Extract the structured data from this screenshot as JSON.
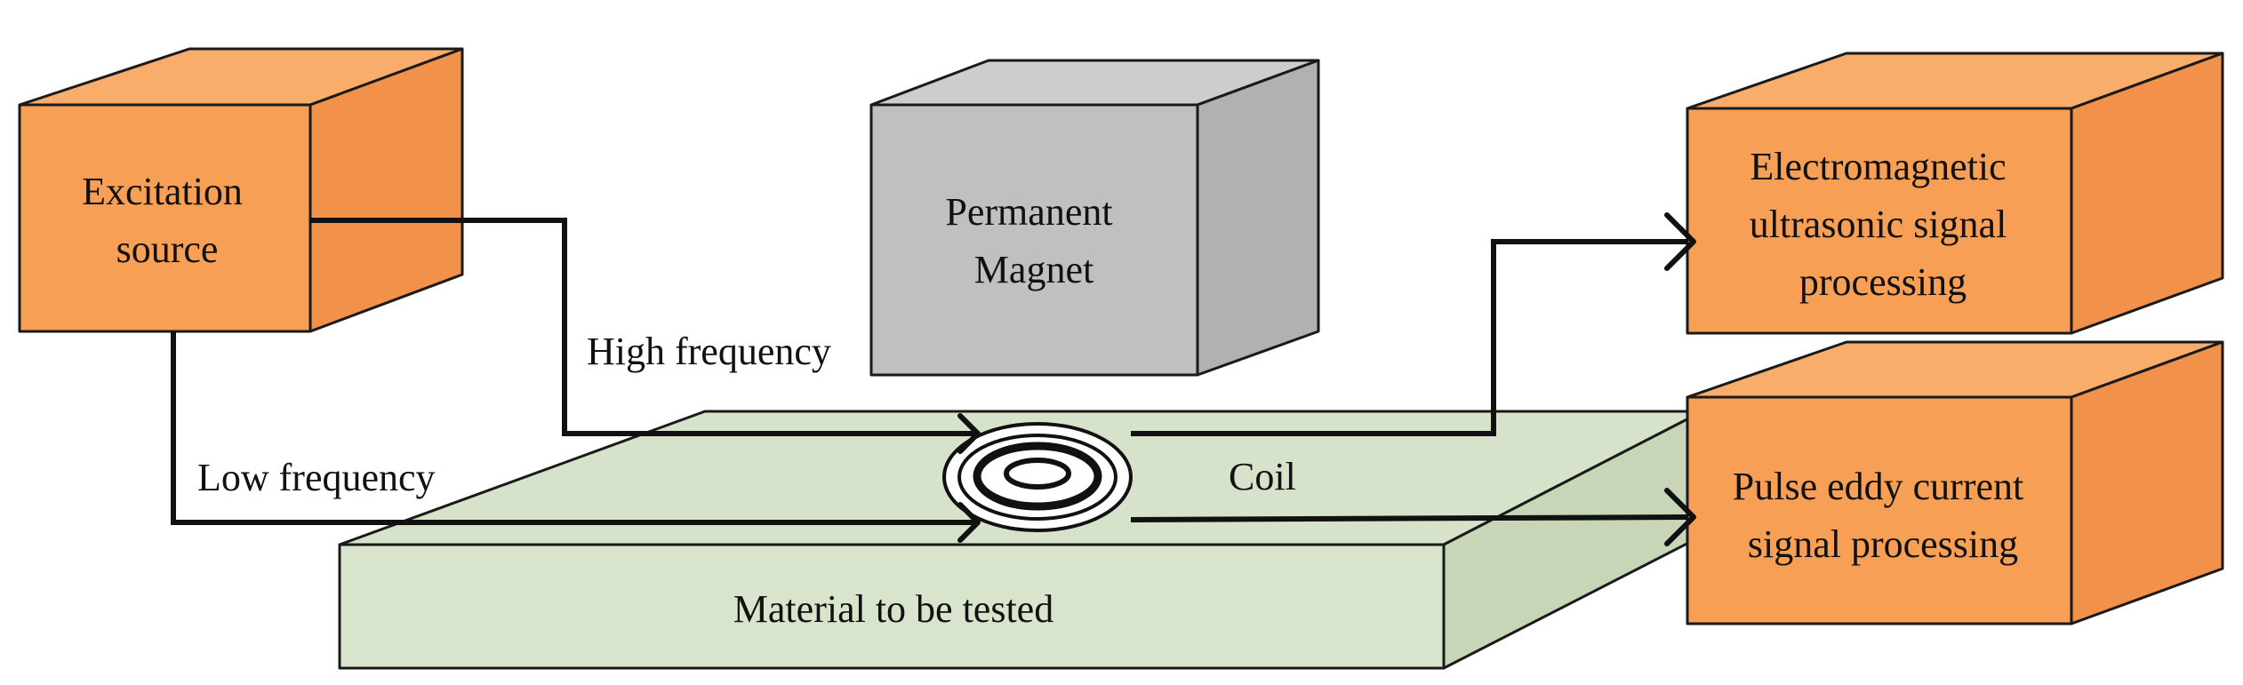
{
  "colors": {
    "block_front": "#f79f55",
    "block_top": "#f9ad6a",
    "block_side": "#f2924a",
    "magnet_front": "#c0c0c0",
    "magnet_top": "#cdcdcd",
    "magnet_side": "#b1b1b1",
    "material_top": "#d6e2c9",
    "material_front": "#d9e4cd",
    "material_side": "#c8d6b8",
    "coil_fill": "#ffffff",
    "line": "#111111"
  },
  "blocks": {
    "excitation_source": [
      "Excitation",
      "source"
    ],
    "permanent_magnet": [
      "Permanent",
      "Magnet"
    ],
    "emat_processing": [
      "Electromagnetic",
      "ultrasonic signal",
      "processing"
    ],
    "eddy_processing": [
      "Pulse eddy current",
      "signal processing"
    ],
    "material": "Material to be tested"
  },
  "labels": {
    "high_frequency": "High frequency",
    "low_frequency": "Low frequency",
    "coil": "Coil"
  }
}
